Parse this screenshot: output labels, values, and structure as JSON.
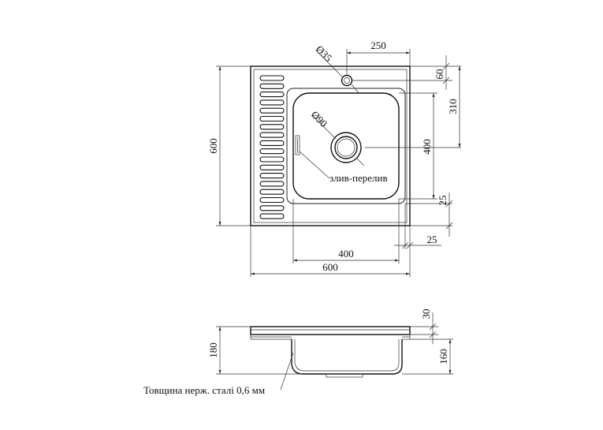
{
  "top_view": {
    "dims": {
      "tap_hole_dia": "Ø35",
      "tap_offset": "250",
      "tap_from_edge": "60",
      "bowl_center_from_top": "310",
      "bowl_height_right": "400",
      "bowl_bottom_gap": "25",
      "bowl_side_gap": "25",
      "overall_height": "600",
      "drain_dia": "Ø90",
      "bowl_width": "400",
      "overall_width": "600"
    },
    "overflow_label": "злив-перелив"
  },
  "side_view": {
    "dims": {
      "rim_height": "30",
      "overall_depth": "180",
      "bowl_depth": "160"
    },
    "thickness_note": "Товщина нерж. сталі 0,6 мм"
  }
}
